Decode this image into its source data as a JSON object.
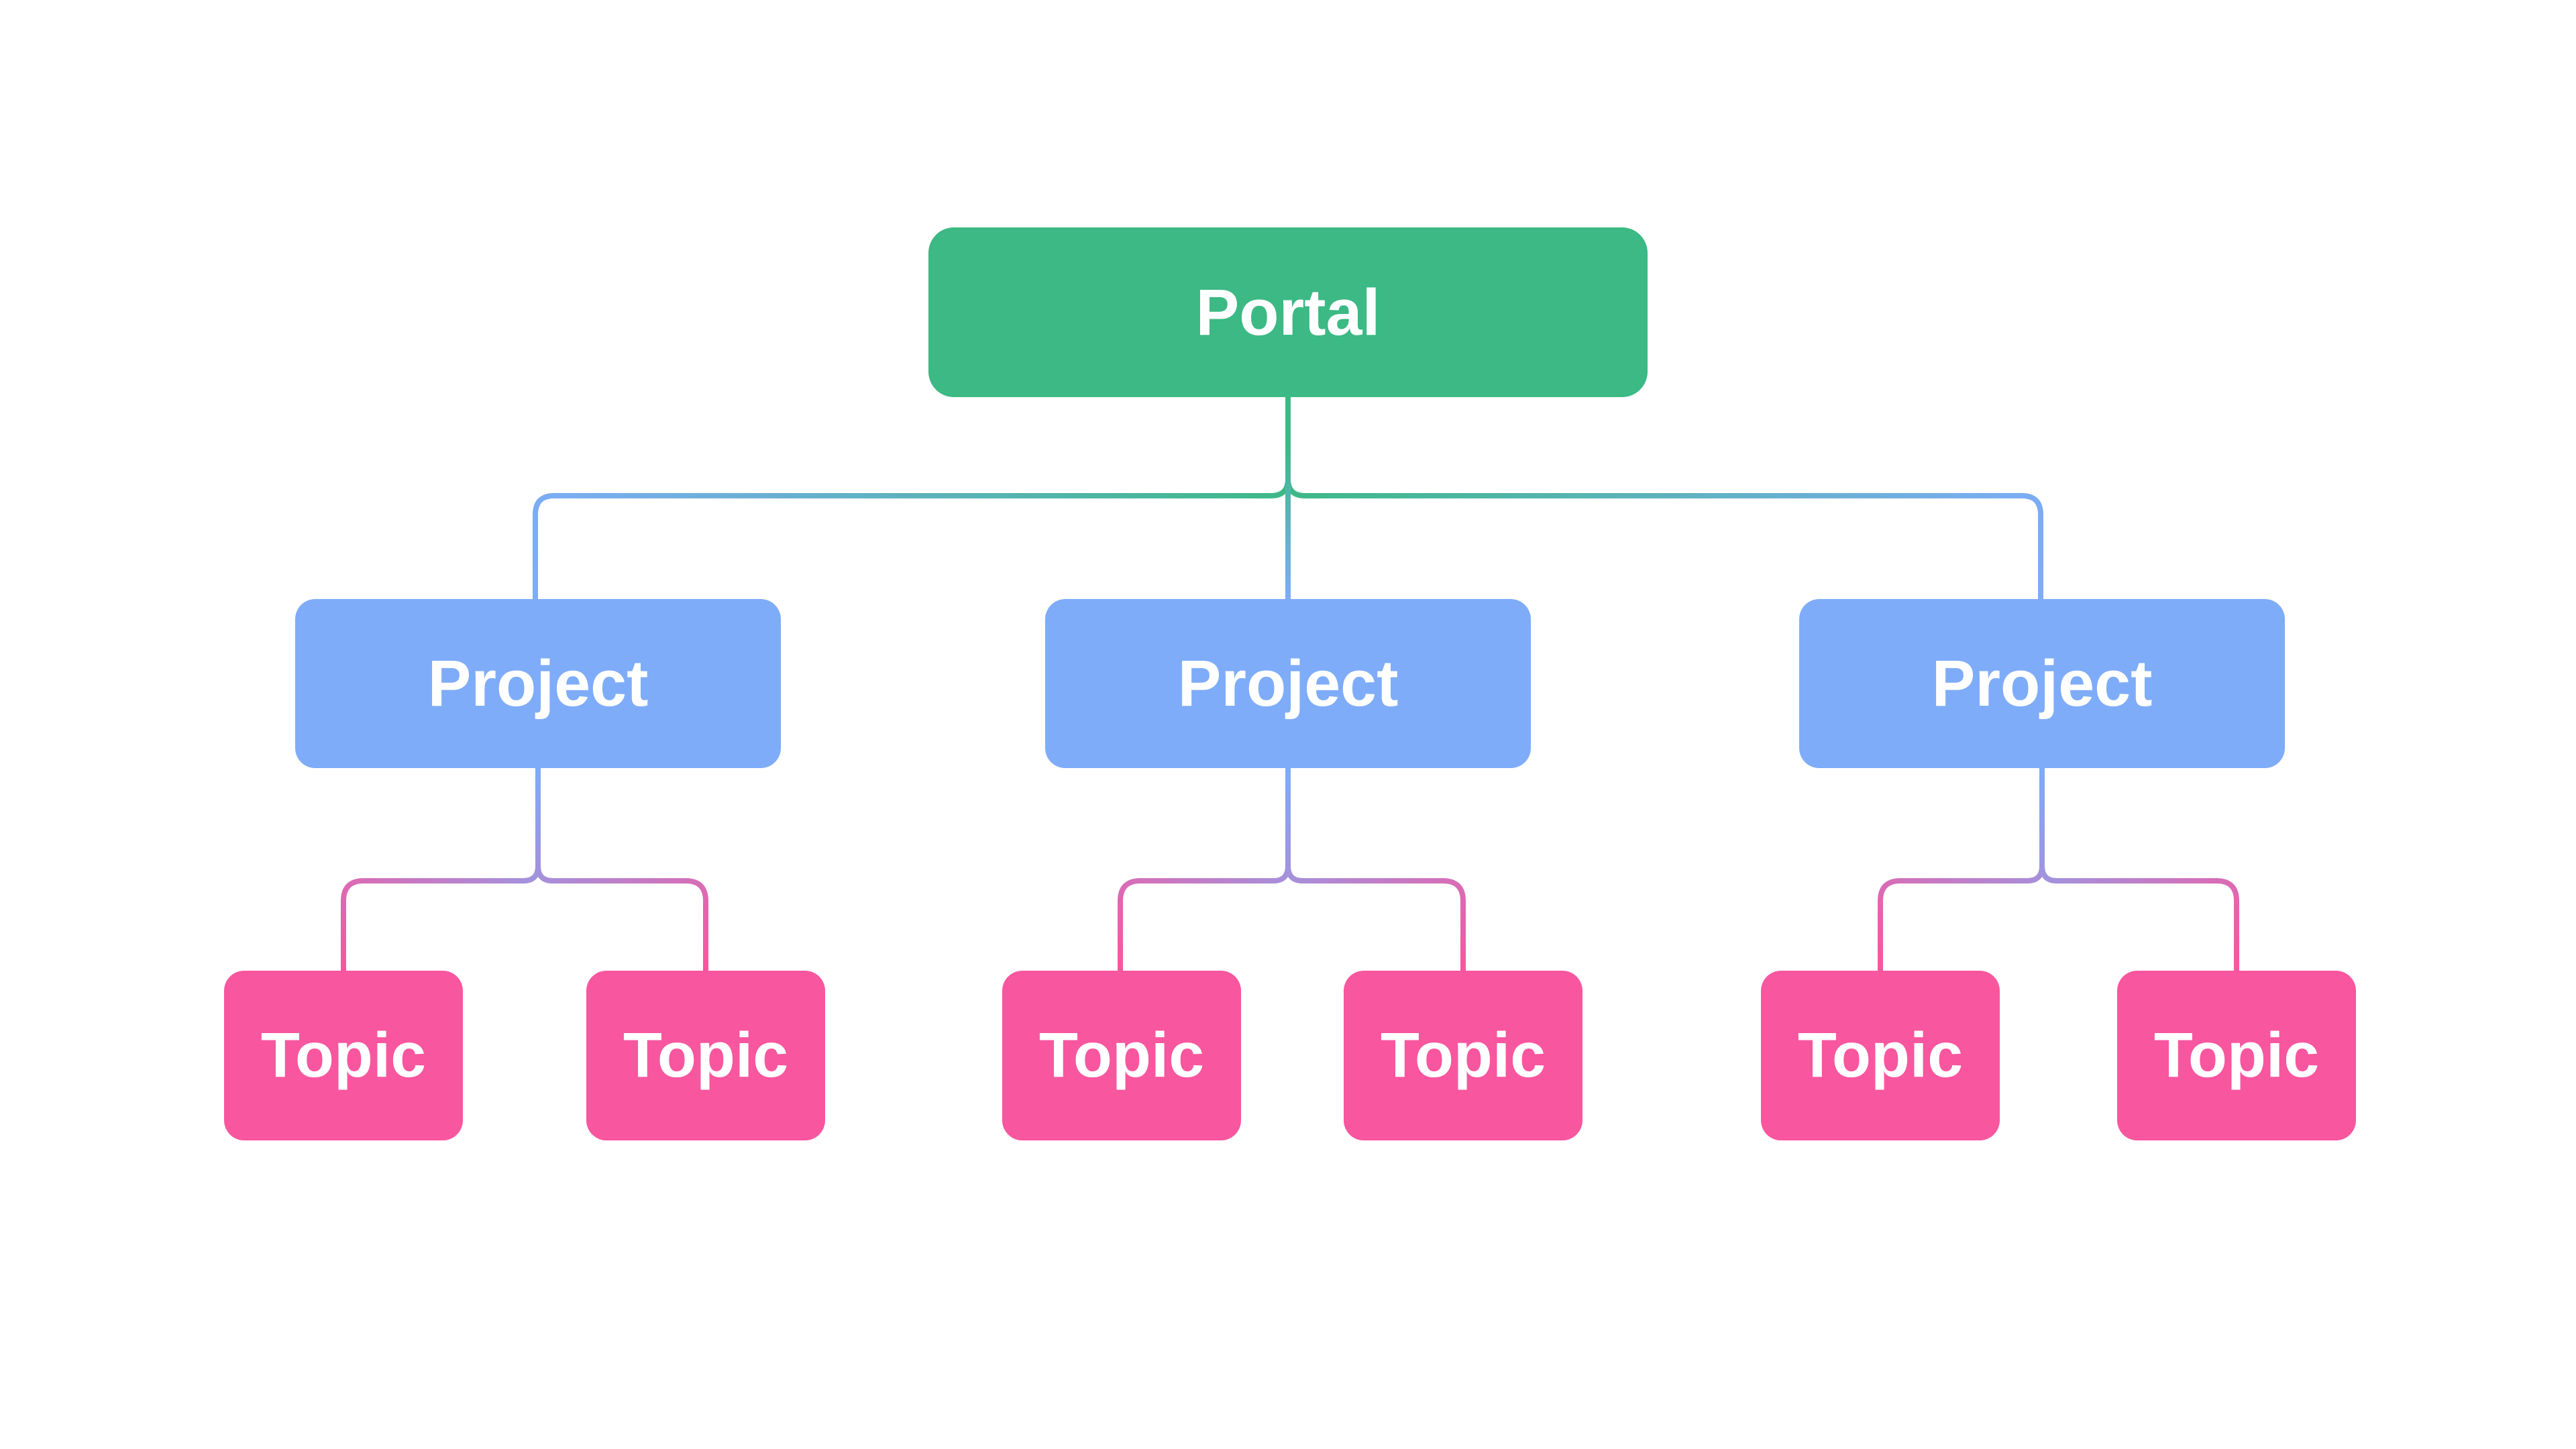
{
  "diagram": {
    "root": {
      "label": "Portal"
    },
    "projects": [
      {
        "label": "Project",
        "topics": [
          {
            "label": "Topic"
          },
          {
            "label": "Topic"
          }
        ]
      },
      {
        "label": "Project",
        "topics": [
          {
            "label": "Topic"
          },
          {
            "label": "Topic"
          }
        ]
      },
      {
        "label": "Project",
        "topics": [
          {
            "label": "Topic"
          },
          {
            "label": "Topic"
          }
        ]
      }
    ]
  },
  "colors": {
    "background": "#FFFFFF",
    "label_text": "#FFFFFF",
    "root_green": "#3CB984",
    "project_blue": "#7EACF8",
    "topic_pink": "#F8569E"
  }
}
